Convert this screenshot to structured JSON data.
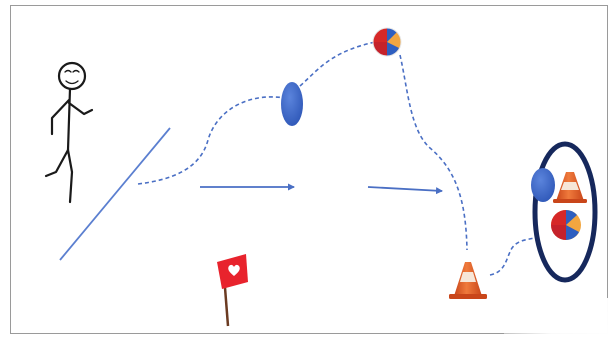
{
  "diagram": {
    "elements": [
      "stick-figure-runner",
      "starting-line",
      "red-flag-with-heart",
      "blue-ball",
      "beach-ball",
      "traffic-cone",
      "direction-arrow",
      "dashed-path",
      "equipment-circle"
    ]
  },
  "colors": {
    "path": "#4a6fc4",
    "line": "#5b7fd0",
    "ball_blue": "#3c67c8",
    "cone_orange": "#e8622a",
    "cone_stripe": "#f6e6d8",
    "flag_red": "#e8232d",
    "circle_navy": "#16285c",
    "frame": "#9a9a9a"
  }
}
